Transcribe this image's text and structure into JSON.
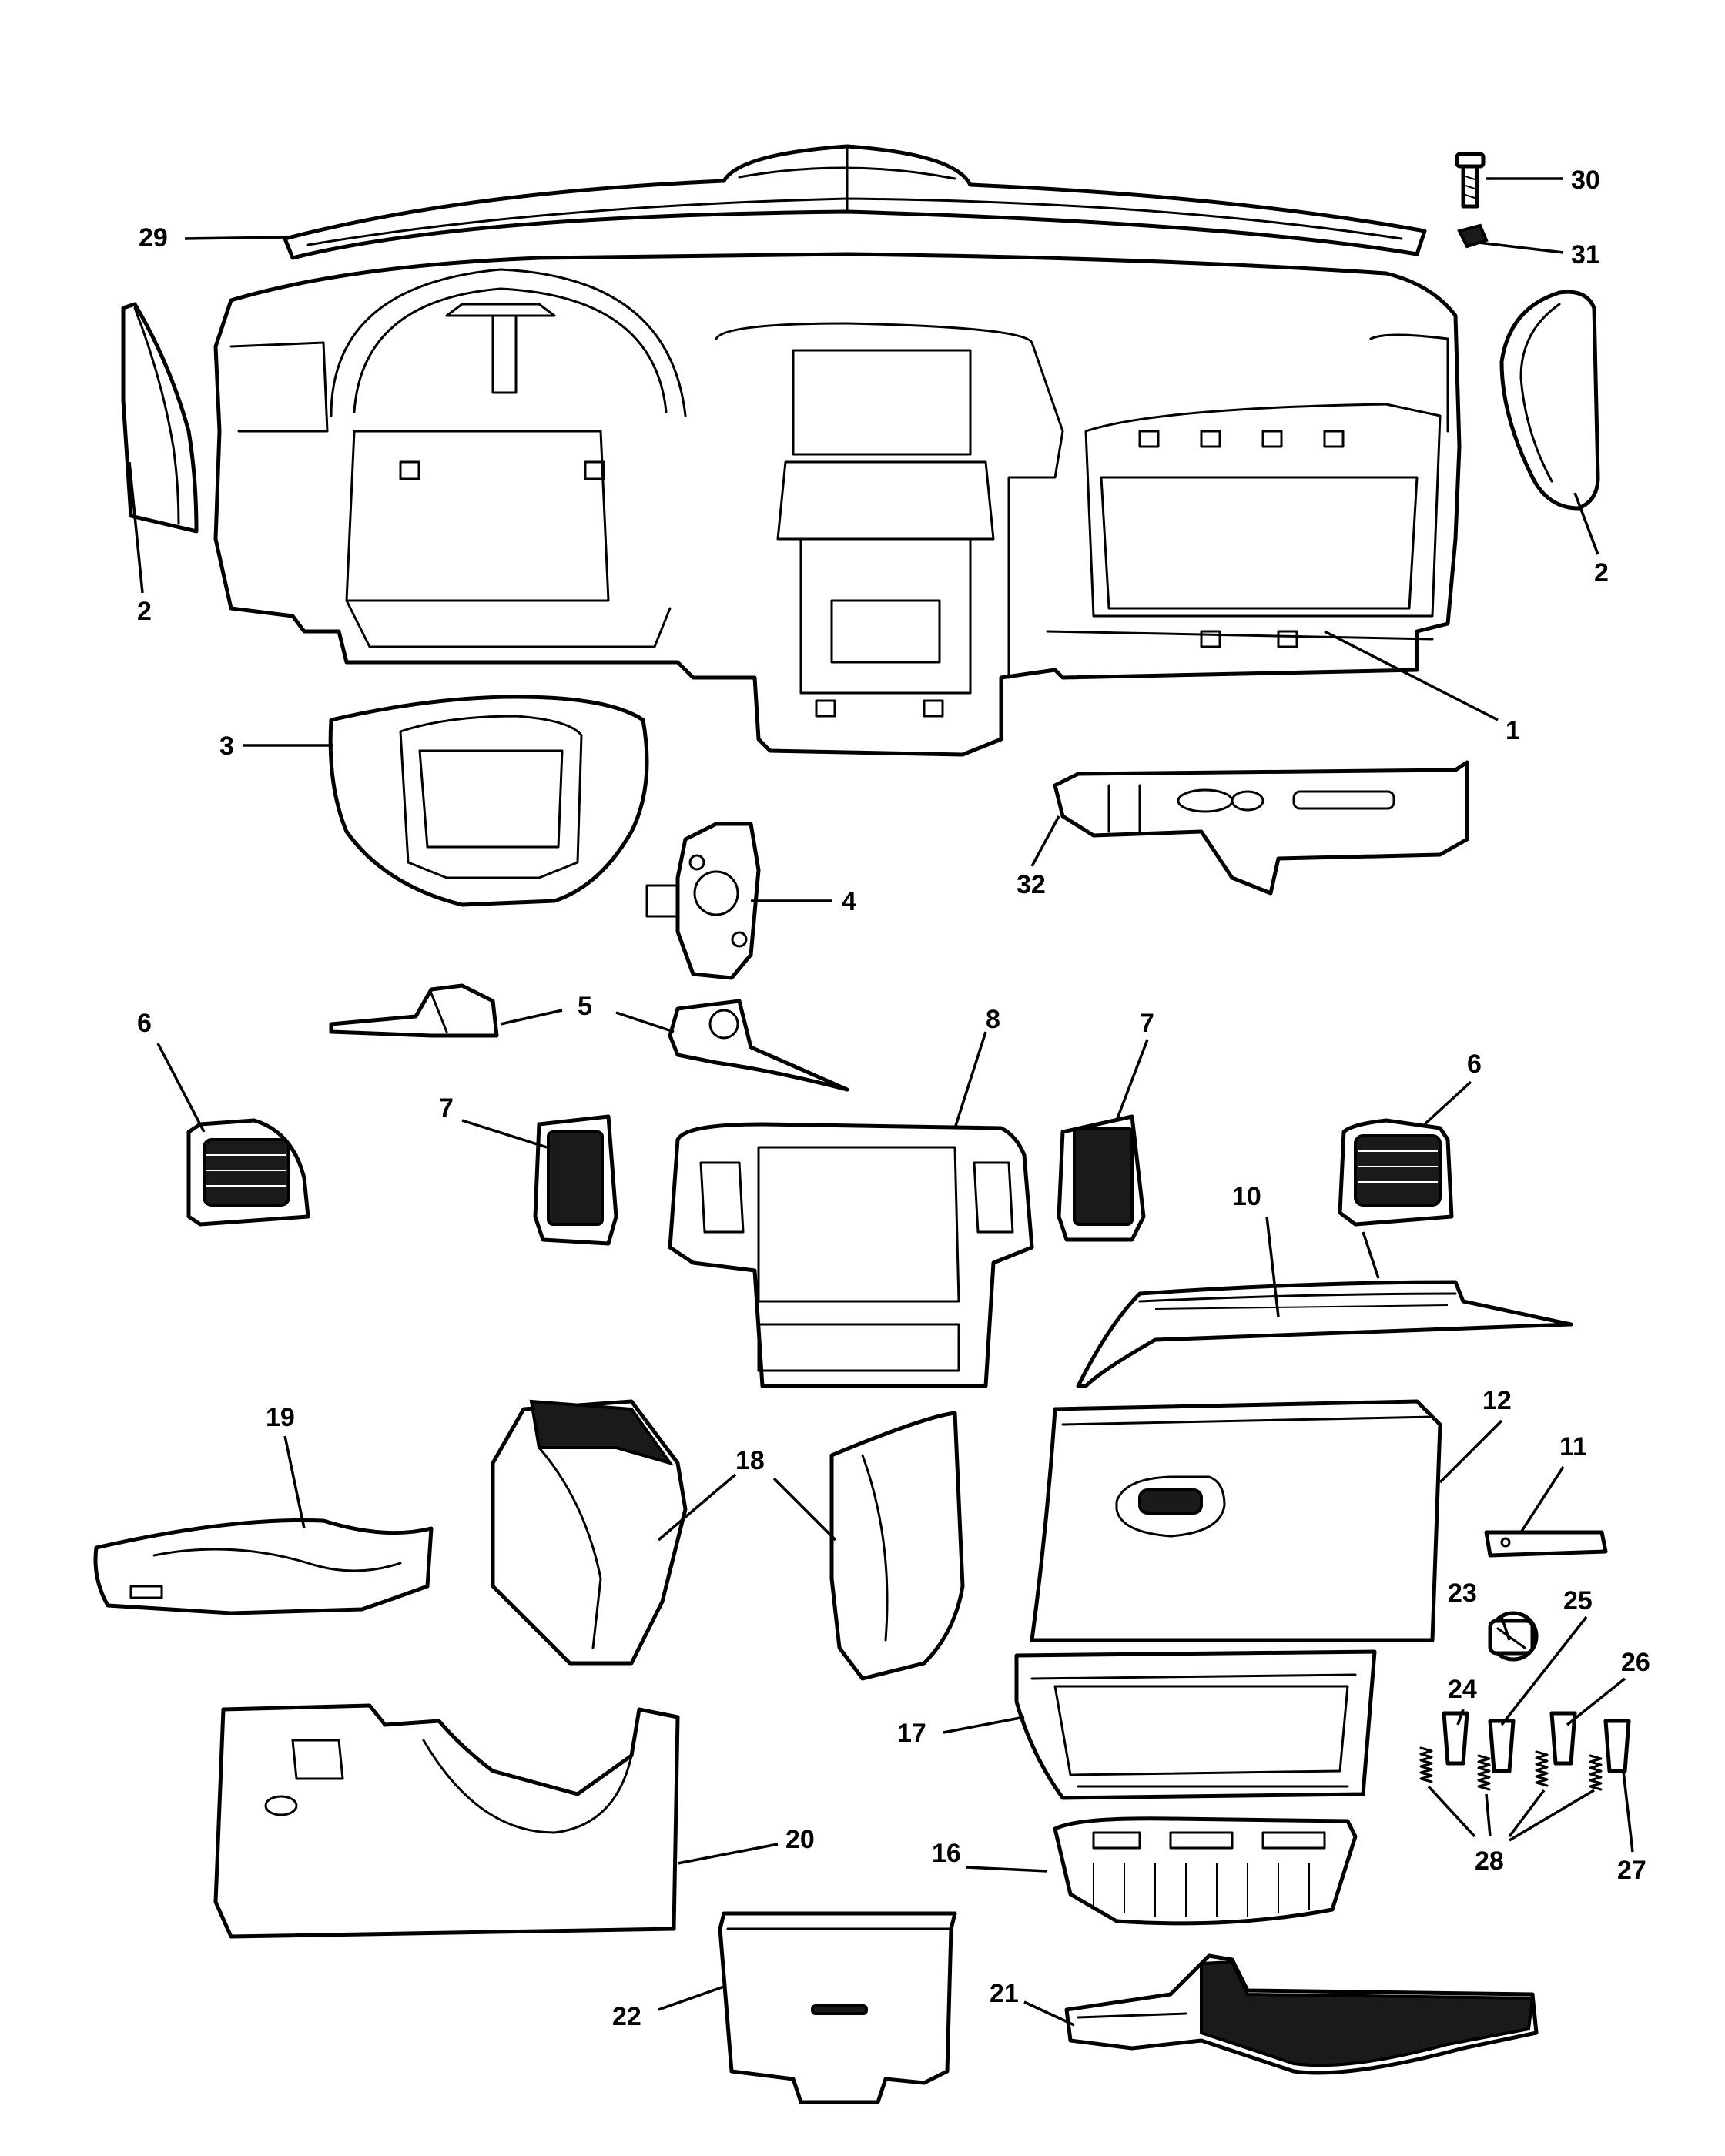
{
  "diagram": {
    "callouts": [
      {
        "id": "c1",
        "label": "1"
      },
      {
        "id": "c2a",
        "label": "2"
      },
      {
        "id": "c2b",
        "label": "2"
      },
      {
        "id": "c3",
        "label": "3"
      },
      {
        "id": "c4",
        "label": "4"
      },
      {
        "id": "c5",
        "label": "5"
      },
      {
        "id": "c6a",
        "label": "6"
      },
      {
        "id": "c6b",
        "label": "6"
      },
      {
        "id": "c7a",
        "label": "7"
      },
      {
        "id": "c7b",
        "label": "7"
      },
      {
        "id": "c8",
        "label": "8"
      },
      {
        "id": "c10",
        "label": "10"
      },
      {
        "id": "c11",
        "label": "11"
      },
      {
        "id": "c12",
        "label": "12"
      },
      {
        "id": "c16",
        "label": "16"
      },
      {
        "id": "c17",
        "label": "17"
      },
      {
        "id": "c18",
        "label": "18"
      },
      {
        "id": "c19",
        "label": "19"
      },
      {
        "id": "c20",
        "label": "20"
      },
      {
        "id": "c21",
        "label": "21"
      },
      {
        "id": "c22",
        "label": "22"
      },
      {
        "id": "c23",
        "label": "23"
      },
      {
        "id": "c24",
        "label": "24"
      },
      {
        "id": "c25",
        "label": "25"
      },
      {
        "id": "c26",
        "label": "26"
      },
      {
        "id": "c27",
        "label": "27"
      },
      {
        "id": "c28",
        "label": "28"
      },
      {
        "id": "c29",
        "label": "29"
      },
      {
        "id": "c30",
        "label": "30"
      },
      {
        "id": "c31",
        "label": "31"
      },
      {
        "id": "c32",
        "label": "32"
      }
    ]
  }
}
